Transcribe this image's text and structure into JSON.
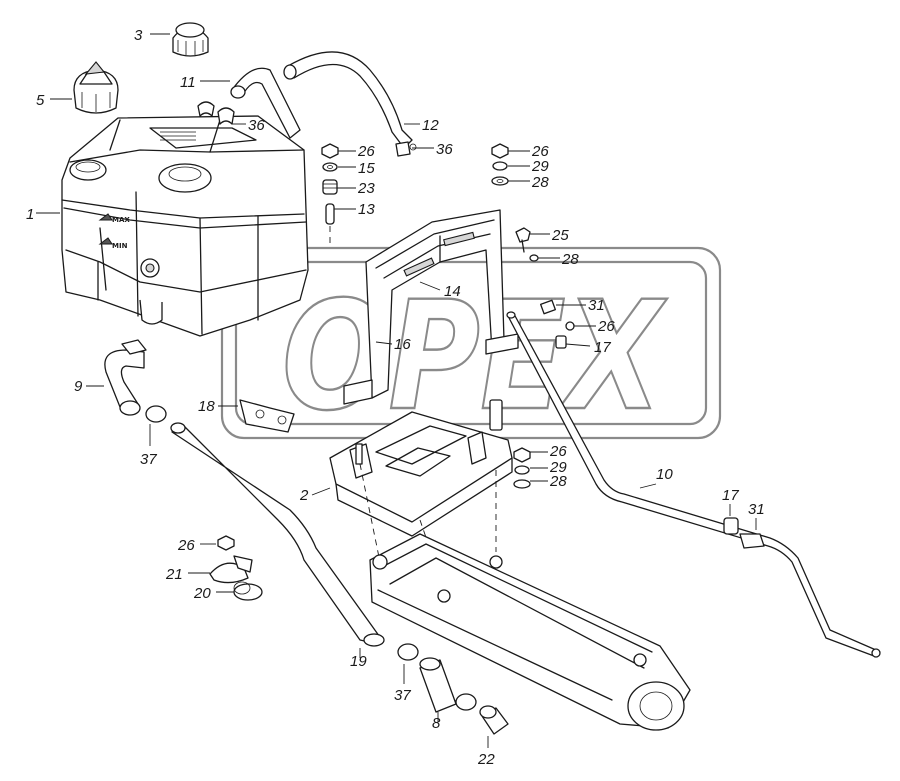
{
  "watermark": {
    "text": "OPEX"
  },
  "tank_markings": {
    "max": "MAX",
    "min": "MIN"
  },
  "callouts": [
    {
      "id": "c3",
      "label": "3"
    },
    {
      "id": "c5",
      "label": "5"
    },
    {
      "id": "c11",
      "label": "11"
    },
    {
      "id": "c36a",
      "label": "36"
    },
    {
      "id": "c12",
      "label": "12"
    },
    {
      "id": "c36b",
      "label": "36"
    },
    {
      "id": "c26a",
      "label": "26"
    },
    {
      "id": "c15",
      "label": "15"
    },
    {
      "id": "c23",
      "label": "23"
    },
    {
      "id": "c13",
      "label": "13"
    },
    {
      "id": "c26b",
      "label": "26"
    },
    {
      "id": "c29a",
      "label": "29"
    },
    {
      "id": "c28a",
      "label": "28"
    },
    {
      "id": "c1",
      "label": "1"
    },
    {
      "id": "c25",
      "label": "25"
    },
    {
      "id": "c28b",
      "label": "28"
    },
    {
      "id": "c14",
      "label": "14"
    },
    {
      "id": "c31a",
      "label": "31"
    },
    {
      "id": "c26c",
      "label": "26"
    },
    {
      "id": "c16",
      "label": "16"
    },
    {
      "id": "c17a",
      "label": "17"
    },
    {
      "id": "c9",
      "label": "9"
    },
    {
      "id": "c18",
      "label": "18"
    },
    {
      "id": "c37a",
      "label": "37"
    },
    {
      "id": "c26d",
      "label": "26"
    },
    {
      "id": "c29b",
      "label": "29"
    },
    {
      "id": "c28c",
      "label": "28"
    },
    {
      "id": "c10",
      "label": "10"
    },
    {
      "id": "c2",
      "label": "2"
    },
    {
      "id": "c17b",
      "label": "17"
    },
    {
      "id": "c31b",
      "label": "31"
    },
    {
      "id": "c26e",
      "label": "26"
    },
    {
      "id": "c21",
      "label": "21"
    },
    {
      "id": "c20",
      "label": "20"
    },
    {
      "id": "c19",
      "label": "19"
    },
    {
      "id": "c37b",
      "label": "37"
    },
    {
      "id": "c8",
      "label": "8"
    },
    {
      "id": "c22",
      "label": "22"
    }
  ]
}
